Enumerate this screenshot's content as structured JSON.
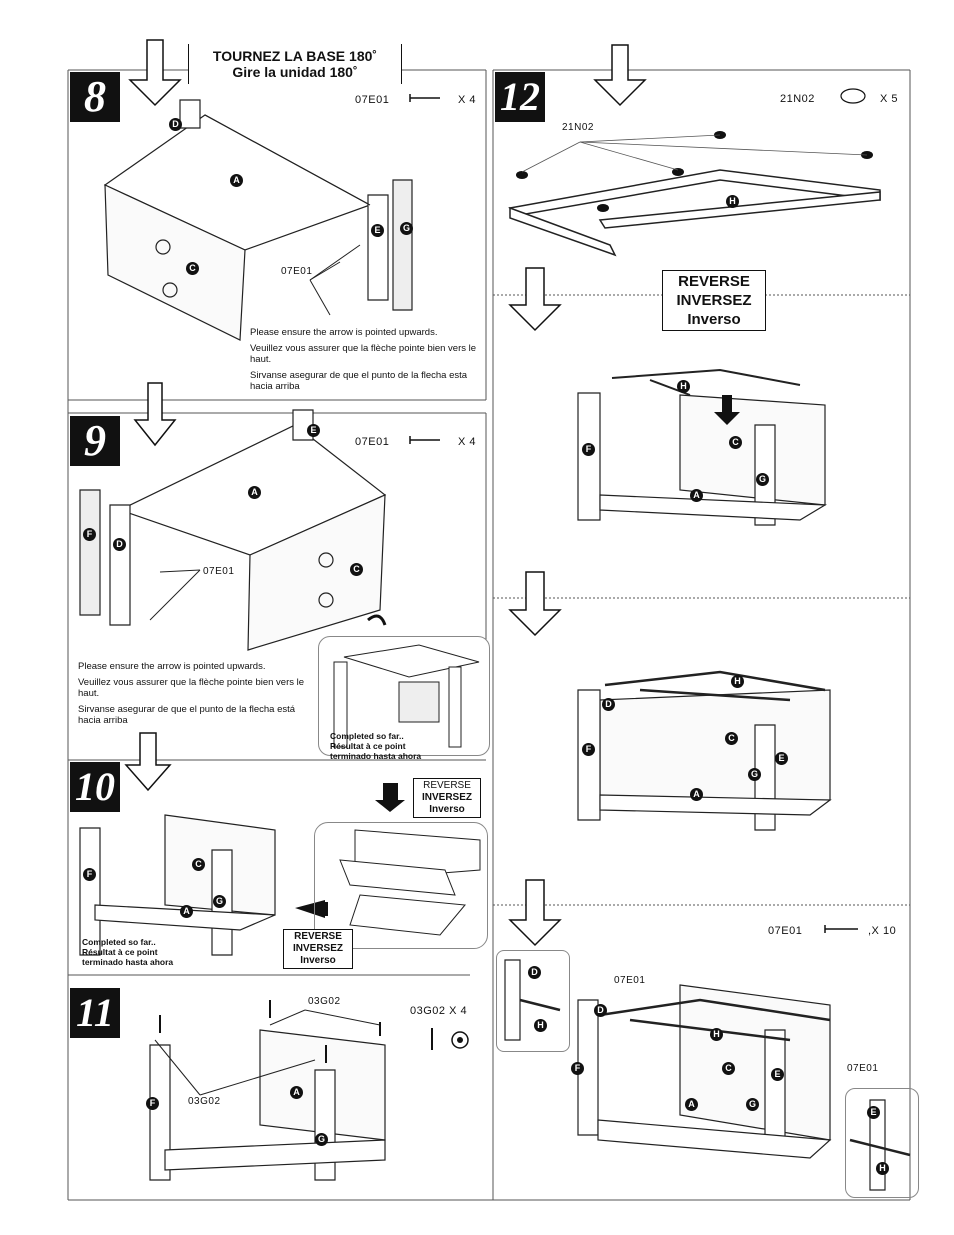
{
  "header": {
    "line1": "TOURNEZ LA BASE 180˚",
    "line2": "Gire la unidad 180˚"
  },
  "steps": {
    "s8": {
      "num": "8",
      "part_code": "07E01",
      "qty": "X 4",
      "callout": "07E01"
    },
    "s9": {
      "num": "9",
      "part_code": "07E01",
      "qty": "X 4",
      "callout": "07E01"
    },
    "s10": {
      "num": "10"
    },
    "s11": {
      "num": "11",
      "part_code": "03G02 X 4",
      "callout_top": "03G02",
      "callout_left": "03G02"
    },
    "s12": {
      "num": "12",
      "part_code": "21N02",
      "qty": "X 5",
      "callout": "21N02"
    },
    "s12_last": {
      "part_code": "07E01",
      "qty": ",X 10",
      "callout_top": "07E01",
      "callout_right": "07E01"
    }
  },
  "notes": {
    "arrow_en": "Please ensure the arrow is pointed upwards.",
    "arrow_fr": "Veuillez vous assurer que la flèche pointe bien vers le haut.",
    "arrow_es8": "Sirvanse asegurar de que el punto de la flecha esta hacia arriba",
    "arrow_es9": "Sirvanse asegurar de que el punto de la flecha está hacia arriba",
    "completed_en": "Completed so far..",
    "completed_fr": "Résultat à ce point",
    "completed_es": "terminado hasta ahora"
  },
  "reverse": {
    "en": "REVERSE",
    "fr": "INVERSEZ",
    "es": "Inverso"
  },
  "part_letters": {
    "a": "A",
    "c": "C",
    "d": "D",
    "e": "E",
    "f": "F",
    "g": "G",
    "h": "H"
  }
}
